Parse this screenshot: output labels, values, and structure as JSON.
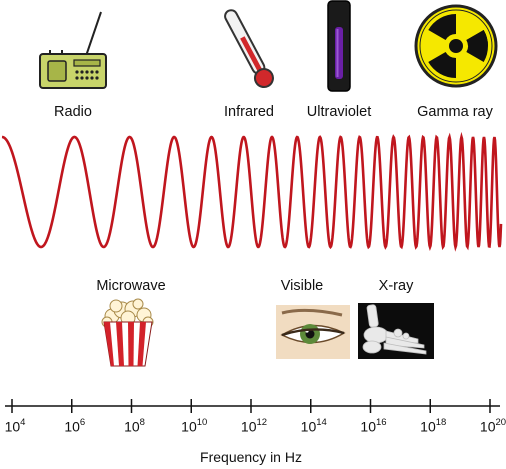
{
  "top_labels": [
    "Radio",
    "Infrared",
    "Ultraviolet",
    "Gamma ray"
  ],
  "bottom_labels": [
    "Microwave",
    "Visible",
    "X-ray"
  ],
  "axis": {
    "base": "10",
    "exponents": [
      "4",
      "6",
      "8",
      "10",
      "12",
      "14",
      "16",
      "18",
      "20"
    ],
    "title": "Frequency in Hz"
  },
  "icons": {
    "radio": "radio-icon",
    "infrared": "thermometer-icon",
    "ultraviolet": "uv-lamp-icon",
    "gamma": "radiation-icon",
    "microwave": "popcorn-icon",
    "visible": "eye-icon",
    "xray": "xray-foot-icon"
  },
  "colors": {
    "wave": "#c0161e",
    "radiation_yellow": "#f5e800",
    "uv_purple": "#6a1fa6",
    "radio_green": "#c8d46a"
  }
}
